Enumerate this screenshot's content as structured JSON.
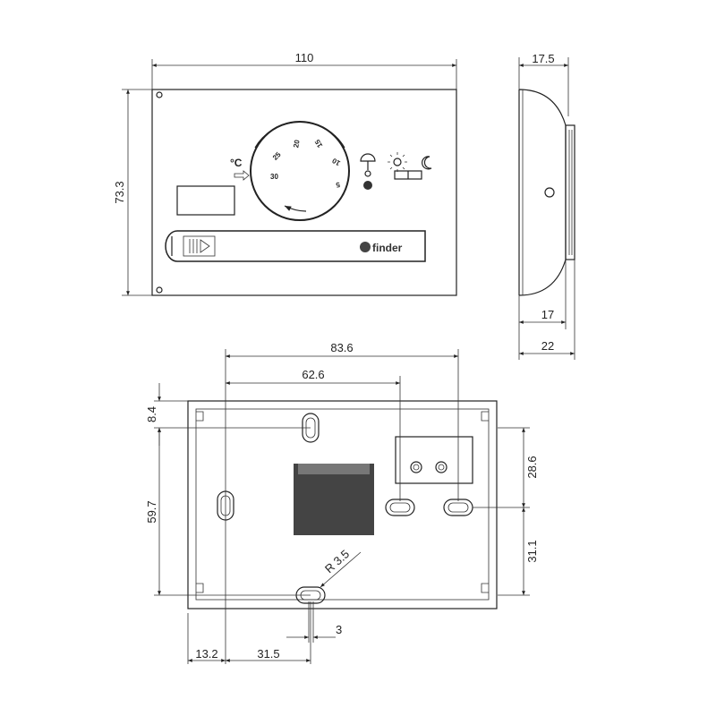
{
  "title": "Thermostat dimensional drawing",
  "front_view": {
    "width_dim": "110",
    "height_dim": "73.3",
    "dial_labels": [
      "30",
      "25",
      "20",
      "15",
      "10",
      "5"
    ],
    "unit_symbol": "°C",
    "brand_logo": "finder"
  },
  "side_view": {
    "top_depth_dim": "17.5",
    "depth_dim": "17",
    "total_depth_dim": "22"
  },
  "back_view": {
    "hole_span_dim": "83.6",
    "hole_span2_dim": "62.6",
    "top_offset_dim": "8.4",
    "vertical_span_dim": "59.7",
    "right_upper_dim": "28.6",
    "right_lower_dim": "31.1",
    "radius_dim": "R 3.5",
    "slot_width_dim": "3",
    "left_offset_dim": "13.2",
    "slot_offset_dim": "31.5"
  }
}
